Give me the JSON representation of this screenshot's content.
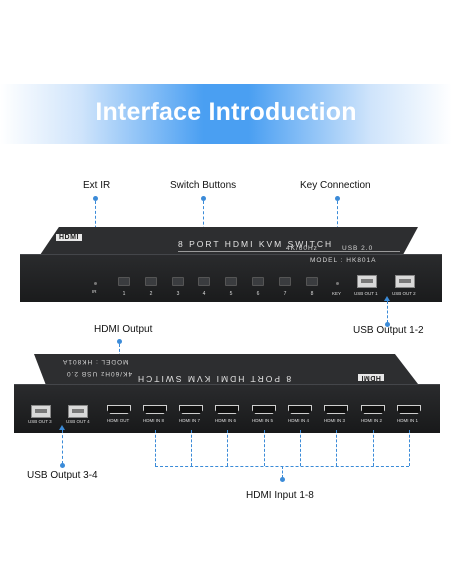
{
  "banner": {
    "title": "Interface Introduction"
  },
  "callouts": {
    "ext_ir": "Ext IR",
    "switch_buttons": "Switch Buttons",
    "key_connection": "Key Connection",
    "usb_output_1_2": "USB Output 1-2",
    "hdmi_output": "HDMI Output",
    "usb_output_3_4": "USB Output 3-4",
    "hdmi_input_1_8": "HDMI Input 1-8"
  },
  "front_panel": {
    "brand": "HDMI",
    "title": "8 PORT HDMI KVM SWITCH",
    "spec_left": "4K/60Hz",
    "spec_right": "USB 2.0",
    "model": "MODEL : HK801A",
    "ir_label": "IR",
    "buttons": [
      "1",
      "2",
      "3",
      "4",
      "5",
      "6",
      "7",
      "8"
    ],
    "key_label": "KEY",
    "usb_out_1": "USB OUT 1",
    "usb_out_2": "USB OUT 2"
  },
  "rear_panel": {
    "brand": "HDMI",
    "title": "8 PORT HDMI KVM SWITCH",
    "spec": "4K/60Hz   USB 2.0",
    "model": "MODEL : HK801A",
    "usb_out_3": "USB OUT 3",
    "usb_out_4": "USB OUT 4",
    "hdmi_out": "HDMI OUT",
    "hdmi_inputs": [
      "HDMI IN 8",
      "HDMI IN 7",
      "HDMI IN 6",
      "HDMI IN 5",
      "HDMI IN 4",
      "HDMI IN 3",
      "HDMI IN 2",
      "HDMI IN 1"
    ]
  }
}
